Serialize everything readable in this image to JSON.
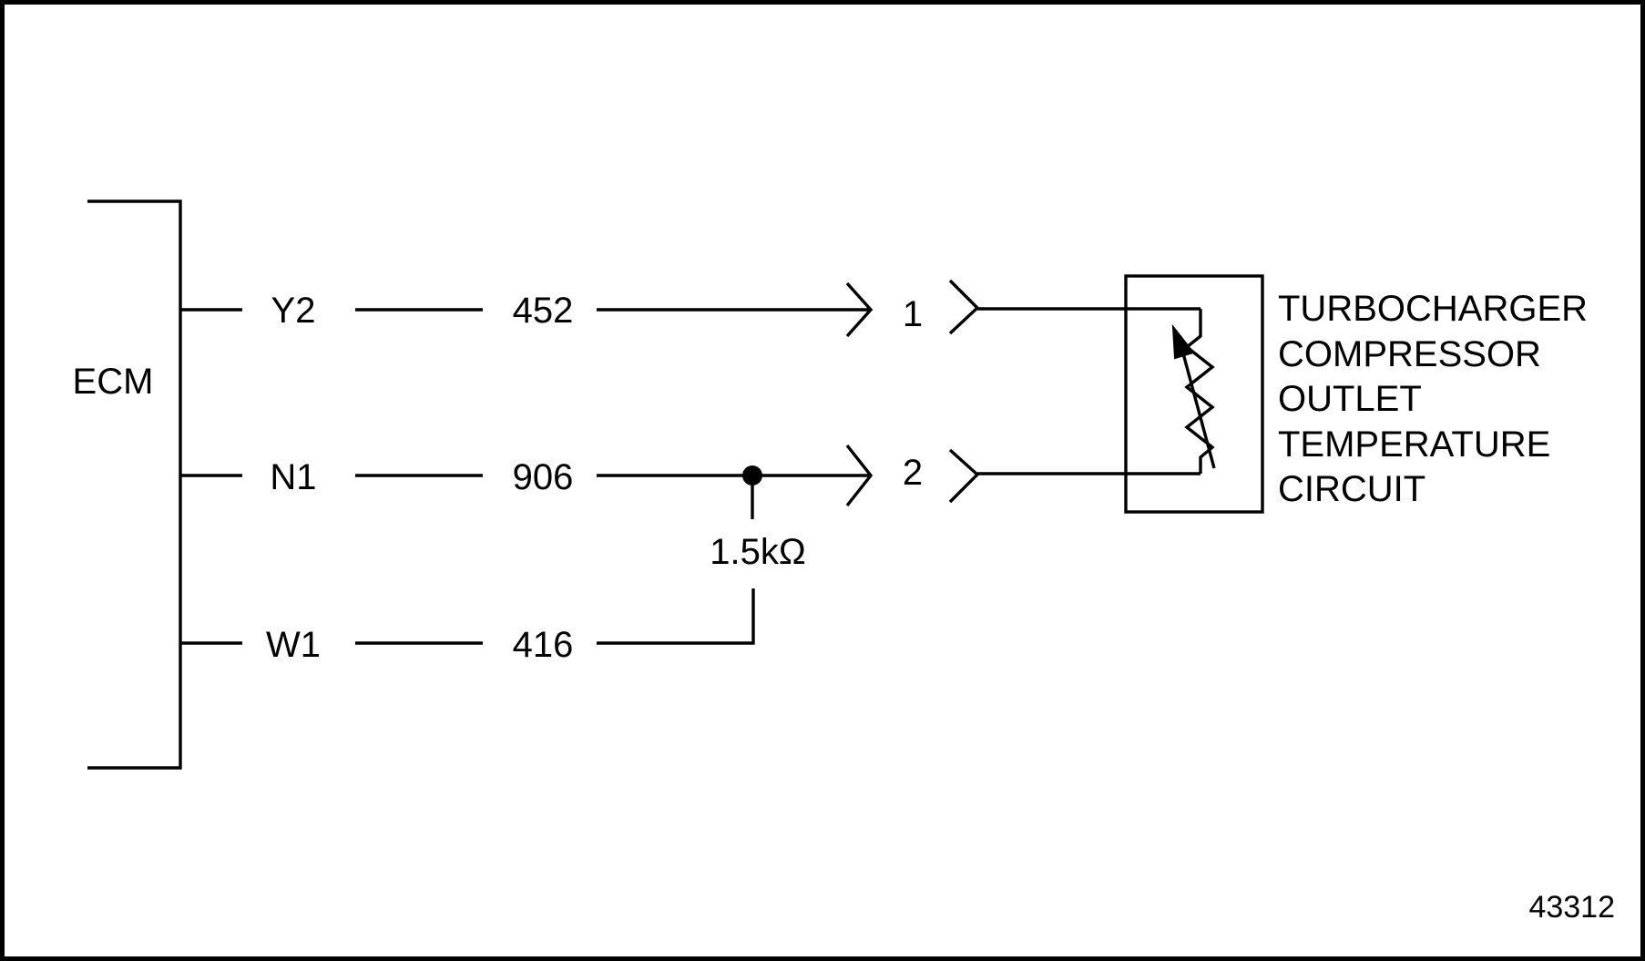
{
  "figure_number": "43312",
  "ecm": {
    "label": "ECM",
    "pins": [
      {
        "pin": "Y2",
        "wire": "452"
      },
      {
        "pin": "N1",
        "wire": "906"
      },
      {
        "pin": "W1",
        "wire": "416"
      }
    ]
  },
  "resistor": {
    "label": "1.5kΩ"
  },
  "connector": {
    "terminals": [
      "1",
      "2"
    ]
  },
  "sensor": {
    "label_lines": [
      "TURBOCHARGER",
      "COMPRESSOR",
      "OUTLET",
      "TEMPERATURE",
      "CIRCUIT"
    ]
  }
}
